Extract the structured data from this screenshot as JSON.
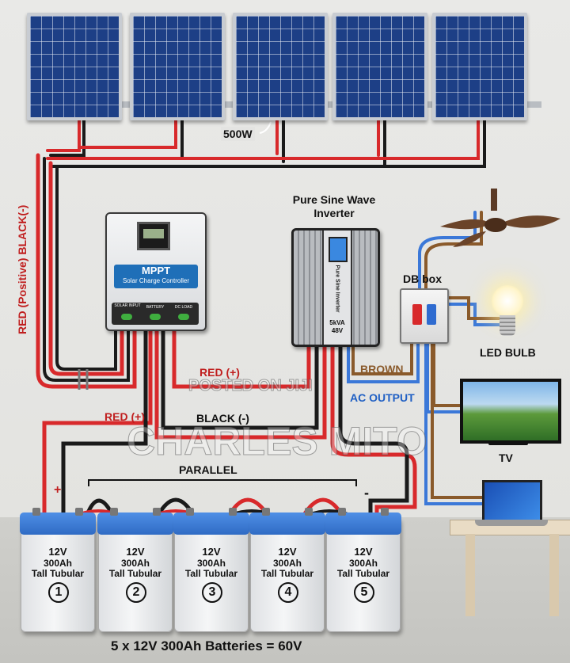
{
  "labels": {
    "panels_power": "500W",
    "polarity_vertical": "RED (Positive) BLACK(-)",
    "mppt_badge_title": "MPPT",
    "mppt_badge_sub": "Solar Charge Controller",
    "mppt_term_solar": "SOLAR INPUT",
    "mppt_term_battery": "BATTERY",
    "mppt_term_load": "DC LOAD",
    "inverter_title_line1": "Pure Sine Wave",
    "inverter_title_line2": "Inverter",
    "inverter_face_text": "Pure Sine Inverter",
    "inverter_rating_line1": "5kVA",
    "inverter_rating_line2": "48V",
    "db_box": "DB box",
    "led_bulb": "LED BULB",
    "tv": "TV",
    "red_plus_upper": "RED (+)",
    "red_plus_lower": "RED (+)",
    "black_minus": "BLACK (-)",
    "brown": "BROWN",
    "ac_output": "AC OUTPUT",
    "parallel": "PARALLEL",
    "plus_sign": "+",
    "minus_sign": "-",
    "bottom_caption": "5 x 12V 300Ah Batteries = 60V"
  },
  "batteries": [
    {
      "voltage": "12V",
      "capacity": "300Ah",
      "type": "Tall Tubular",
      "number": "1"
    },
    {
      "voltage": "12V",
      "capacity": "300Ah",
      "type": "Tall Tubular",
      "number": "2"
    },
    {
      "voltage": "12V",
      "capacity": "300Ah",
      "type": "Tall Tubular",
      "number": "3"
    },
    {
      "voltage": "12V",
      "capacity": "300Ah",
      "type": "Tall Tubular",
      "number": "4"
    },
    {
      "voltage": "12V",
      "capacity": "300Ah",
      "type": "Tall Tubular",
      "number": "5"
    }
  ],
  "watermark": {
    "line1": "POSTED ON JIJI",
    "line2": "CHARLES MITO"
  },
  "colors": {
    "red_wire": "#d8292b",
    "black_wire": "#1a1a1a",
    "blue_wire": "#3b78d8",
    "brown_wire": "#8a5a2b",
    "panel_blue": "#1d3f86",
    "battery_lid": "#2f6bc4"
  }
}
